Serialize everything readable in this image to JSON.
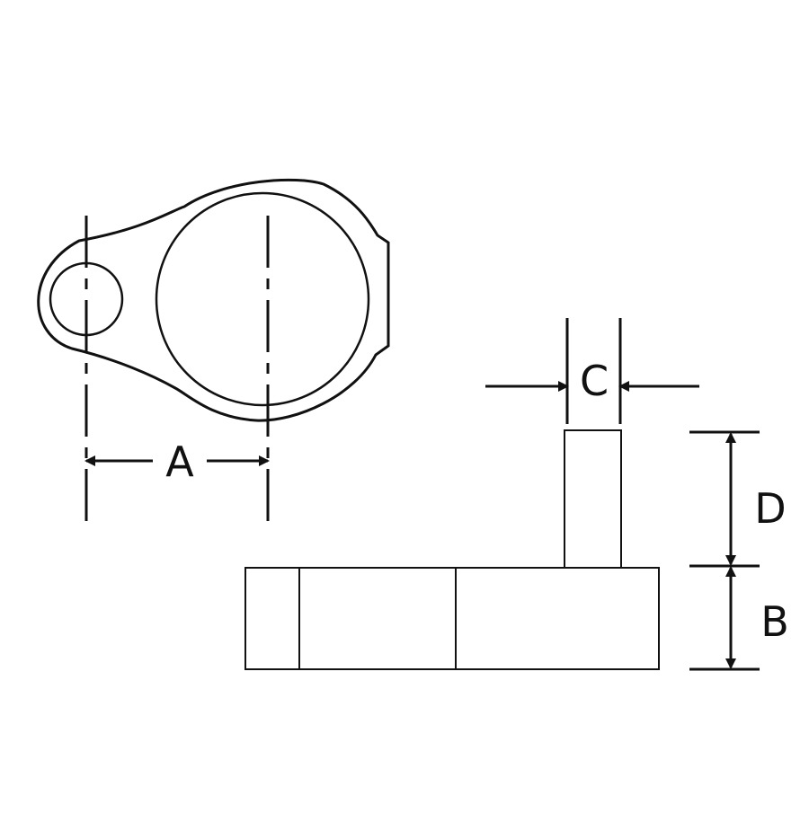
{
  "labels": {
    "A": "A",
    "B": "B",
    "C": "C",
    "D": "D"
  },
  "colors": {
    "stroke": "#111111",
    "background": "#ffffff"
  }
}
